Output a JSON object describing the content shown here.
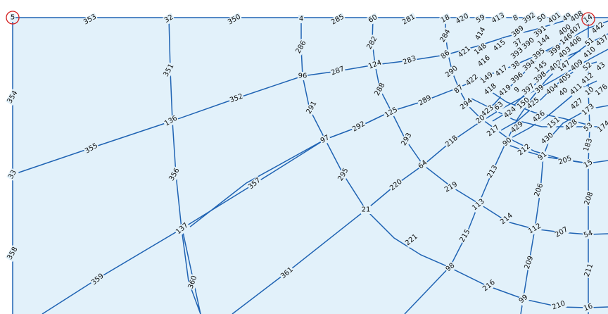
{
  "colors": {
    "background": "#e2f1fa",
    "edge": "#1f63b3",
    "marker": "#d42020",
    "label": "#111111"
  },
  "highlighted_nodes": [
    "5",
    "14"
  ],
  "labels": {
    "n5": "5",
    "n353": "353",
    "n32": "32",
    "n350": "350",
    "n4": "4",
    "n285": "285",
    "n60": "60",
    "n281": "281",
    "n18": "18",
    "n420": "420",
    "n59": "59",
    "n413": "413",
    "n8": "8",
    "n392": "392",
    "n50": "50",
    "n401": "401",
    "n49": "49",
    "n408": "408",
    "n14": "14",
    "n286": "286",
    "n282": "282",
    "n284": "284",
    "n414": "414",
    "n389": "389",
    "n391": "391",
    "n400": "400",
    "n407": "407",
    "n442": "442",
    "n148": "148",
    "n37": "37",
    "n144": "144",
    "n146": "146",
    "n437": "437",
    "n86": "86",
    "n421": "421",
    "n416": "416",
    "n393": "393",
    "n399": "399",
    "n406": "406",
    "n51": "51",
    "n415": "415",
    "n390": "390",
    "n283": "283",
    "n124": "124",
    "n287": "287",
    "n96": "96",
    "n351": "351",
    "n290": "290",
    "n38": "38",
    "n395": "395",
    "n403": "403",
    "n410": "410",
    "n43": "43",
    "n417": "417",
    "n149": "149",
    "n396": "396",
    "n394": "394",
    "n402": "402",
    "n409": "409",
    "n145": "145",
    "n147": "147",
    "n52": "52",
    "n422": "422",
    "n418": "418",
    "n9": "9",
    "n397": "397",
    "n398": "398",
    "n405": "405",
    "n412": "412",
    "n288": "288",
    "n87": "87",
    "n419": "419",
    "n39": "39",
    "n404": "404",
    "n411": "411",
    "n10": "10",
    "n176": "176",
    "n354": "354",
    "n352": "352",
    "n291": "291",
    "n289": "289",
    "n294": "294",
    "n63": "63",
    "n150": "150",
    "n425": "425",
    "n40": "40",
    "n427": "427",
    "n125": "125",
    "n423": "423",
    "n173": "173",
    "n136": "136",
    "n20": "20",
    "n424": "424",
    "n426": "426",
    "n151": "151",
    "n428": "428",
    "n53": "53",
    "n174": "174",
    "n292": "292",
    "n97": "97",
    "n217": "217",
    "n429": "429",
    "n355": "355",
    "n293": "293",
    "n218": "218",
    "n90": "90",
    "n430": "430",
    "n183": "183",
    "n212": "212",
    "n91": "91",
    "n205": "205",
    "n15": "15",
    "n33": "33",
    "n356": "356",
    "n64": "64",
    "n213": "213",
    "n357": "357",
    "n295": "295",
    "n220": "220",
    "n219": "219",
    "n206": "206",
    "n208": "208",
    "n113": "113",
    "n21": "21",
    "n137": "137",
    "n214": "214",
    "n112": "112",
    "n207": "207",
    "n54": "54",
    "n215": "215",
    "n221": "221",
    "n358": "358",
    "n211": "211",
    "n209": "209",
    "n98": "98",
    "n361": "361",
    "n359": "359",
    "n360": "360",
    "n216": "216",
    "n99": "99",
    "n210": "210",
    "n16": "16"
  }
}
